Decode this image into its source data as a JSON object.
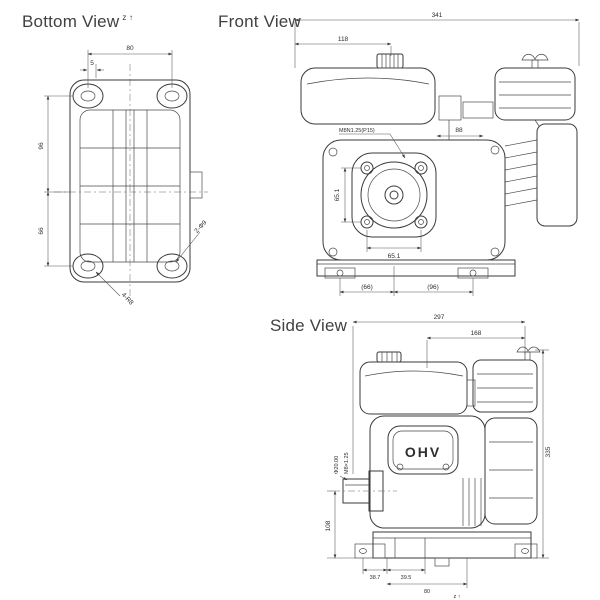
{
  "page": {
    "background": "#ffffff",
    "ink": "#3a3a3a",
    "title_color": "#414141"
  },
  "views": {
    "bottom": {
      "title": "Bottom View",
      "axis_note": "z ↑",
      "dims": {
        "bolt_span_width": "80",
        "edge_offset": "5",
        "depth_upper": "96",
        "depth_lower": "66",
        "hole_callout": "2-Φ9",
        "corner_callout": "4-R8"
      }
    },
    "front": {
      "title": "Front View",
      "dims": {
        "overall_width": "341",
        "cap_offset": "118",
        "stud_callout": "M8N1.25(P15)",
        "head_width": "88",
        "bolt_square_v": "65.1",
        "bolt_square_h": "65.1",
        "foot_left": "(66)",
        "foot_right": "(96)"
      }
    },
    "side": {
      "title": "Side View",
      "cover_badge": "OHV",
      "dims": {
        "overall_depth": "297",
        "upper_depth": "168",
        "overall_height": "335",
        "shaft_height": "108",
        "shaft_dia": "Φ20.00",
        "shaft_thread": "M8×1.25",
        "foot_pitch_a": "38.7",
        "foot_pitch_b": "39.5",
        "foot_span": "80",
        "axis_note": "z ↑"
      }
    }
  }
}
